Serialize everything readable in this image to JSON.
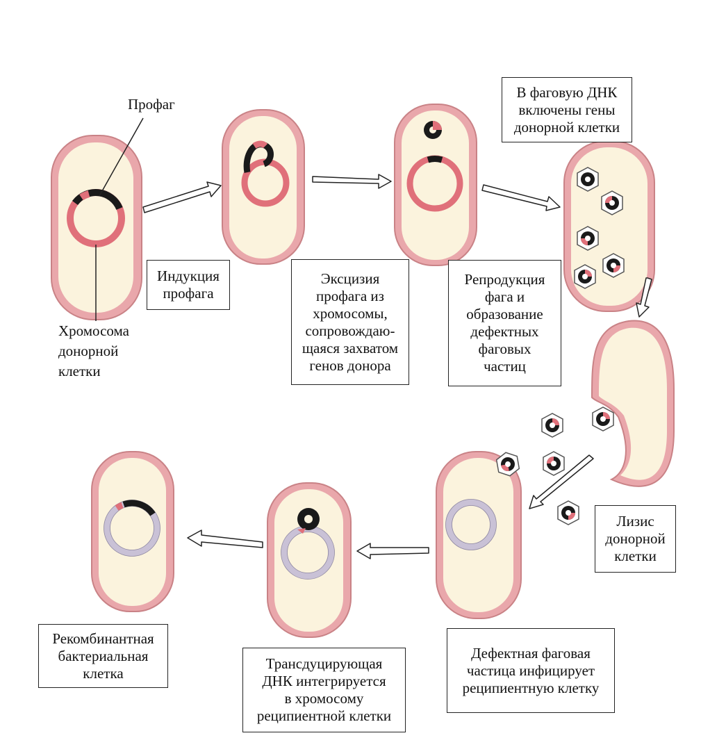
{
  "labels": {
    "prophage": "Профаг",
    "chromosome": [
      "Хромосома",
      "донорной",
      "клетки"
    ]
  },
  "boxes": {
    "induction": [
      "Индукция",
      "профага"
    ],
    "excision": [
      "Эксцизия",
      "профага из",
      "хромосомы,",
      "сопровождаю-",
      "щаяся захватом",
      "генов донора"
    ],
    "donor_genes": [
      "В фаговую ДНК",
      "включены гены",
      "донорной клетки"
    ],
    "reproduction": [
      "Репродукция",
      "фага и",
      "образование",
      "дефектных",
      "фаговых",
      "частиц"
    ],
    "lysis": [
      "Лизис",
      "донорной",
      "клетки"
    ],
    "infection": [
      "Дефектная фаговая",
      "частица инфицирует",
      "реципиентную клетку"
    ],
    "integration": [
      "Трансдуцирующая",
      "ДНК интегрируется",
      "в хромосому",
      "реципиентной клетки"
    ],
    "recombinant": [
      "Рекомбинантная",
      "бактериальная",
      "клетка"
    ]
  },
  "colors": {
    "cell_fill": "#fbf3dd",
    "cell_wall": "#e9a7ab",
    "cell_outline": "#c98286",
    "donor_dna": "#e0707a",
    "recipient_dna": "#c9c1d6",
    "phage_dna": "#1a1a1a"
  }
}
